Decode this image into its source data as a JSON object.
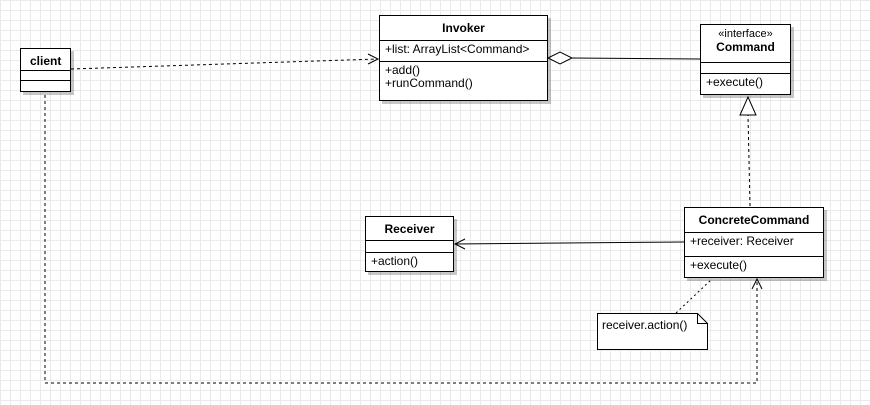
{
  "diagram": {
    "classes": {
      "client": {
        "name": "client",
        "attributes": [],
        "operations": []
      },
      "invoker": {
        "name": "Invoker",
        "attributes": [
          "+list: ArrayList<Command>"
        ],
        "operations": [
          "+add()",
          "+runCommand()"
        ]
      },
      "command": {
        "stereotype": "«interface»",
        "name": "Command",
        "attributes": [],
        "operations": [
          "+execute()"
        ]
      },
      "receiver": {
        "name": "Receiver",
        "attributes": [],
        "operations": [
          "+action()"
        ]
      },
      "concrete_command": {
        "name": "ConcreteCommand",
        "attributes": [
          "+receiver: Receiver"
        ],
        "operations": [
          "+execute()"
        ]
      }
    },
    "note": {
      "text": "receiver.action()"
    },
    "relationships": [
      {
        "from": "client",
        "to": "Invoker",
        "kind": "dependency"
      },
      {
        "from": "Invoker",
        "to": "Command",
        "kind": "aggregation"
      },
      {
        "from": "ConcreteCommand",
        "to": "Command",
        "kind": "realization"
      },
      {
        "from": "ConcreteCommand",
        "to": "Receiver",
        "kind": "association"
      },
      {
        "from": "client",
        "to": "ConcreteCommand",
        "kind": "dependency"
      },
      {
        "from": "note",
        "to": "ConcreteCommand",
        "kind": "note-link"
      }
    ]
  }
}
